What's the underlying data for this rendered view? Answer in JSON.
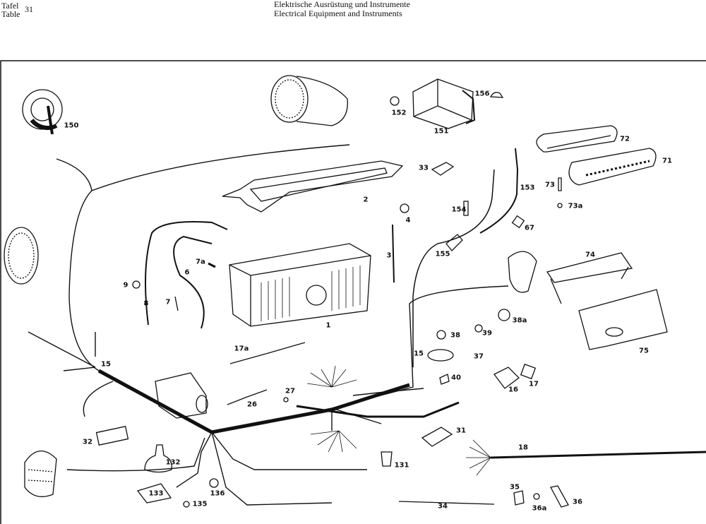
{
  "header": {
    "tafel": "Tafel",
    "table": "Table",
    "number": "31",
    "title_de": "Elektrische Ausrüstung und Instrumente",
    "title_en": "Electrical Equipment and Instruments"
  },
  "diagram": {
    "part_labels": [
      "150",
      "152",
      "151",
      "156",
      "72",
      "71",
      "33",
      "153",
      "73",
      "73a",
      "2",
      "154",
      "4",
      "67",
      "3",
      "155",
      "74",
      "7a",
      "6",
      "9",
      "8",
      "7",
      "1",
      "38a",
      "38",
      "39",
      "37",
      "15",
      "75",
      "17a",
      "15",
      "40",
      "16",
      "17",
      "27",
      "26",
      "31",
      "32",
      "18",
      "132",
      "131",
      "133",
      "136",
      "135",
      "34",
      "35",
      "36a",
      "36"
    ]
  }
}
